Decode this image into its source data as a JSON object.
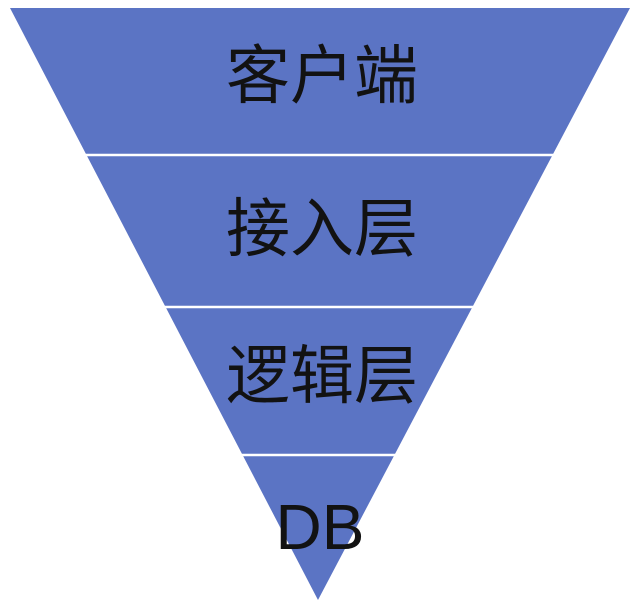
{
  "diagram": {
    "type": "inverted-pyramid-funnel",
    "layer_count": 4,
    "layers": [
      {
        "id": "client",
        "label": "客户端"
      },
      {
        "id": "access",
        "label": "接入层"
      },
      {
        "id": "logic",
        "label": "逻辑层"
      },
      {
        "id": "db",
        "label": "DB"
      }
    ]
  },
  "colors": {
    "fill": "#5B74C4",
    "divider": "#FFFFFF",
    "text": "#121212",
    "background": "#FFFFFF"
  }
}
